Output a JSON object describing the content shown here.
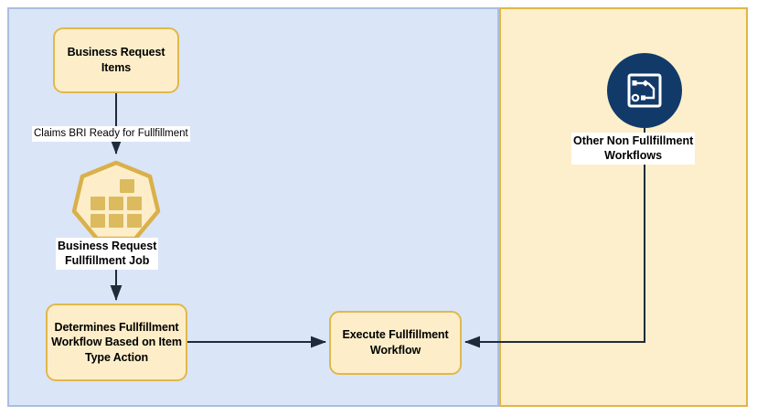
{
  "diagram": {
    "type": "flowchart",
    "panels": [
      {
        "name": "fulfillment-panel",
        "fill": "#dae5f8",
        "border": "#a9bfdf"
      },
      {
        "name": "non-fulfillment-panel",
        "fill": "#fdefcb",
        "border": "#e0b646"
      }
    ],
    "nodes": {
      "business_request_items": "Business\nRequest Items",
      "business_request_fullfillment_job": "Business Request\nFullfillment Job",
      "determines_workflow": "Determines\nFullfillment Workflow\nBased on Item Type\nAction",
      "execute_workflow": "Execute Fullfillment\nWorkflow",
      "other_non_fullfillment_workflows": "Other Non Fullfillment\nWorkflows"
    },
    "edge_labels": {
      "claims_bri": "Claims BRI Ready for Fullfillment"
    },
    "icons": {
      "job_icon": "kubernetes-job-heptagon-icon",
      "workflow_icon": "workflow-graph-circle-icon"
    },
    "colors": {
      "node_fill": "#fdeec9",
      "node_border": "#e0b84b",
      "icon_square": "#dcba5e",
      "circle_fill": "#113a69",
      "edge_stroke": "#1f2b38",
      "panel_blue": "#dae5f8",
      "panel_yellow": "#fdefcb"
    }
  }
}
